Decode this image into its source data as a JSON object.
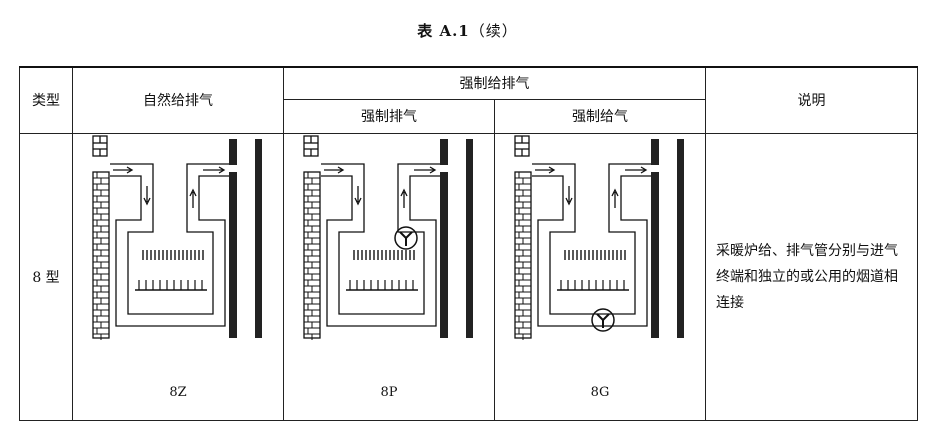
{
  "title": {
    "label": "表 A.1",
    "suffix": "（续）"
  },
  "headers": {
    "type": "类型",
    "natural": "自然给排气",
    "forced": "强制给排气",
    "forced_exhaust": "强制排气",
    "forced_supply": "强制给气",
    "note": "说明"
  },
  "row": {
    "type": "8 型",
    "captions": [
      "8Z",
      "8P",
      "8G"
    ],
    "description": "采暖炉给、排气管分别与进气终端和独立的或公用的烟道相连接"
  },
  "diagrams": [
    {
      "code": "8Z",
      "fan": "none",
      "icon": "heater-diagram"
    },
    {
      "code": "8P",
      "fan": "exhaust-top",
      "icon": "fan-icon"
    },
    {
      "code": "8G",
      "fan": "supply-bottom",
      "icon": "fan-icon"
    }
  ]
}
